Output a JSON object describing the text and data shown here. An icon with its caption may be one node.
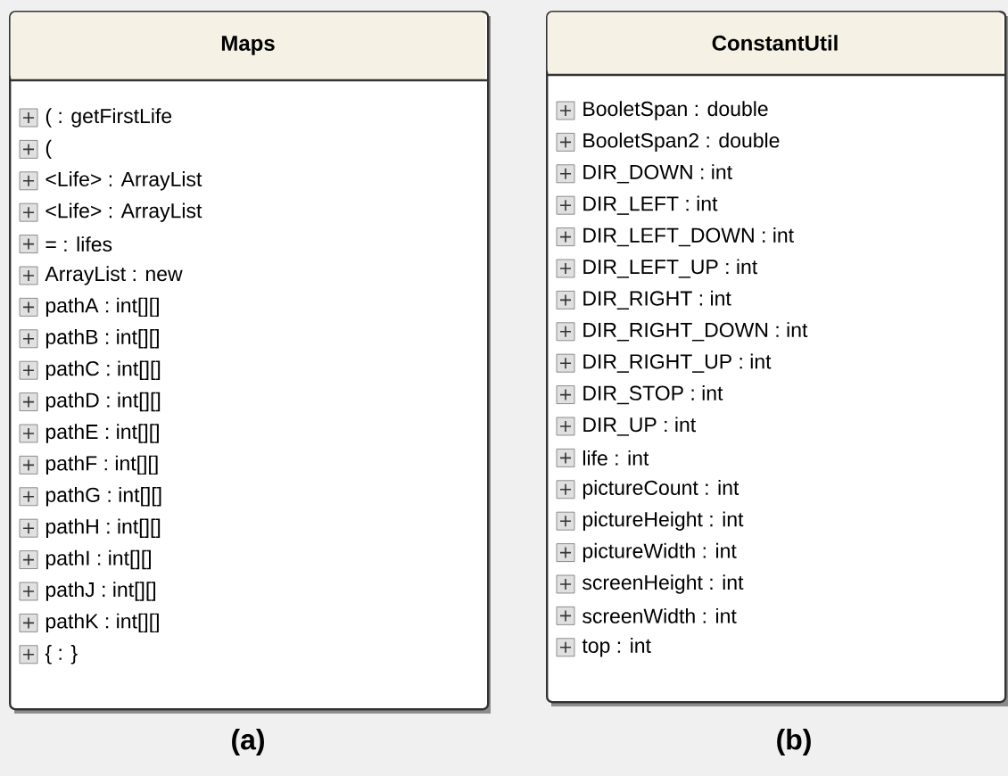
{
  "diagram": {
    "nodes": [
      {
        "text": [
          "Maps",
          "( : getFirstLife",
          "(",
          "<Life> : ArrayList",
          "<Life> : ArrayList",
          "= : lifes",
          "ArrayList : new",
          "pathA : int[][]",
          "pathB : int[][]",
          "pathC : int[][]",
          "pathD : int[][]",
          "pathE : int[][]",
          "pathF : int[][]",
          "pathG : int[][]",
          "pathH : int[][]",
          "pathI : int[][]",
          "pathJ : int[][]",
          "pathK : int[][]",
          "{ : }"
        ]
      },
      {
        "text": [
          "ConstantUtil",
          "BooletSpan : double",
          "BooletSpan2 : double",
          "DIR_DOWN : int",
          "DIR_LEFT : int",
          "DIR_LEFT_DOWN : int",
          "DIR_LEFT_UP : int",
          "DIR_RIGHT : int",
          "DIR_RIGHT_DOWN : int",
          "DIR_RIGHT_UP : int",
          "DIR_STOP : int",
          "DIR_UP : int",
          "life : int",
          "pictureCount : int",
          "pictureHeight : int",
          "pictureWidth : int",
          "screenHeight : int",
          "screenWidth : int",
          "top : int"
        ]
      }
    ],
    "labels": [
      "(a)",
      "(b)"
    ]
  }
}
